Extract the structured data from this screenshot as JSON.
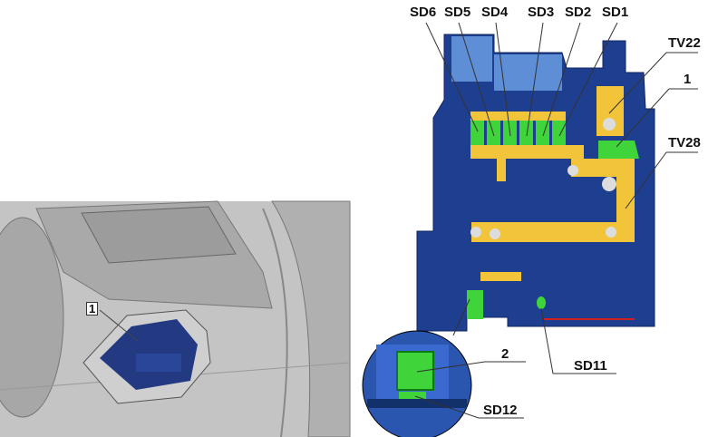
{
  "left_figure": {
    "callout": "1"
  },
  "right_figure": {
    "top_labels": [
      "SD6",
      "SD5",
      "SD4",
      "SD3",
      "SD2",
      "SD1"
    ],
    "side_labels": {
      "tv22": "TV22",
      "one": "1",
      "tv28": "TV28",
      "sd11": "SD11",
      "two": "2",
      "sd12": "SD12"
    }
  },
  "colors": {
    "housing_blue": "#1e3f8f",
    "light_blue": "#5d8ed6",
    "busbar_yellow": "#f2c43a",
    "fuse_green": "#3fd43a",
    "car_gray": "#b9b9b9"
  }
}
